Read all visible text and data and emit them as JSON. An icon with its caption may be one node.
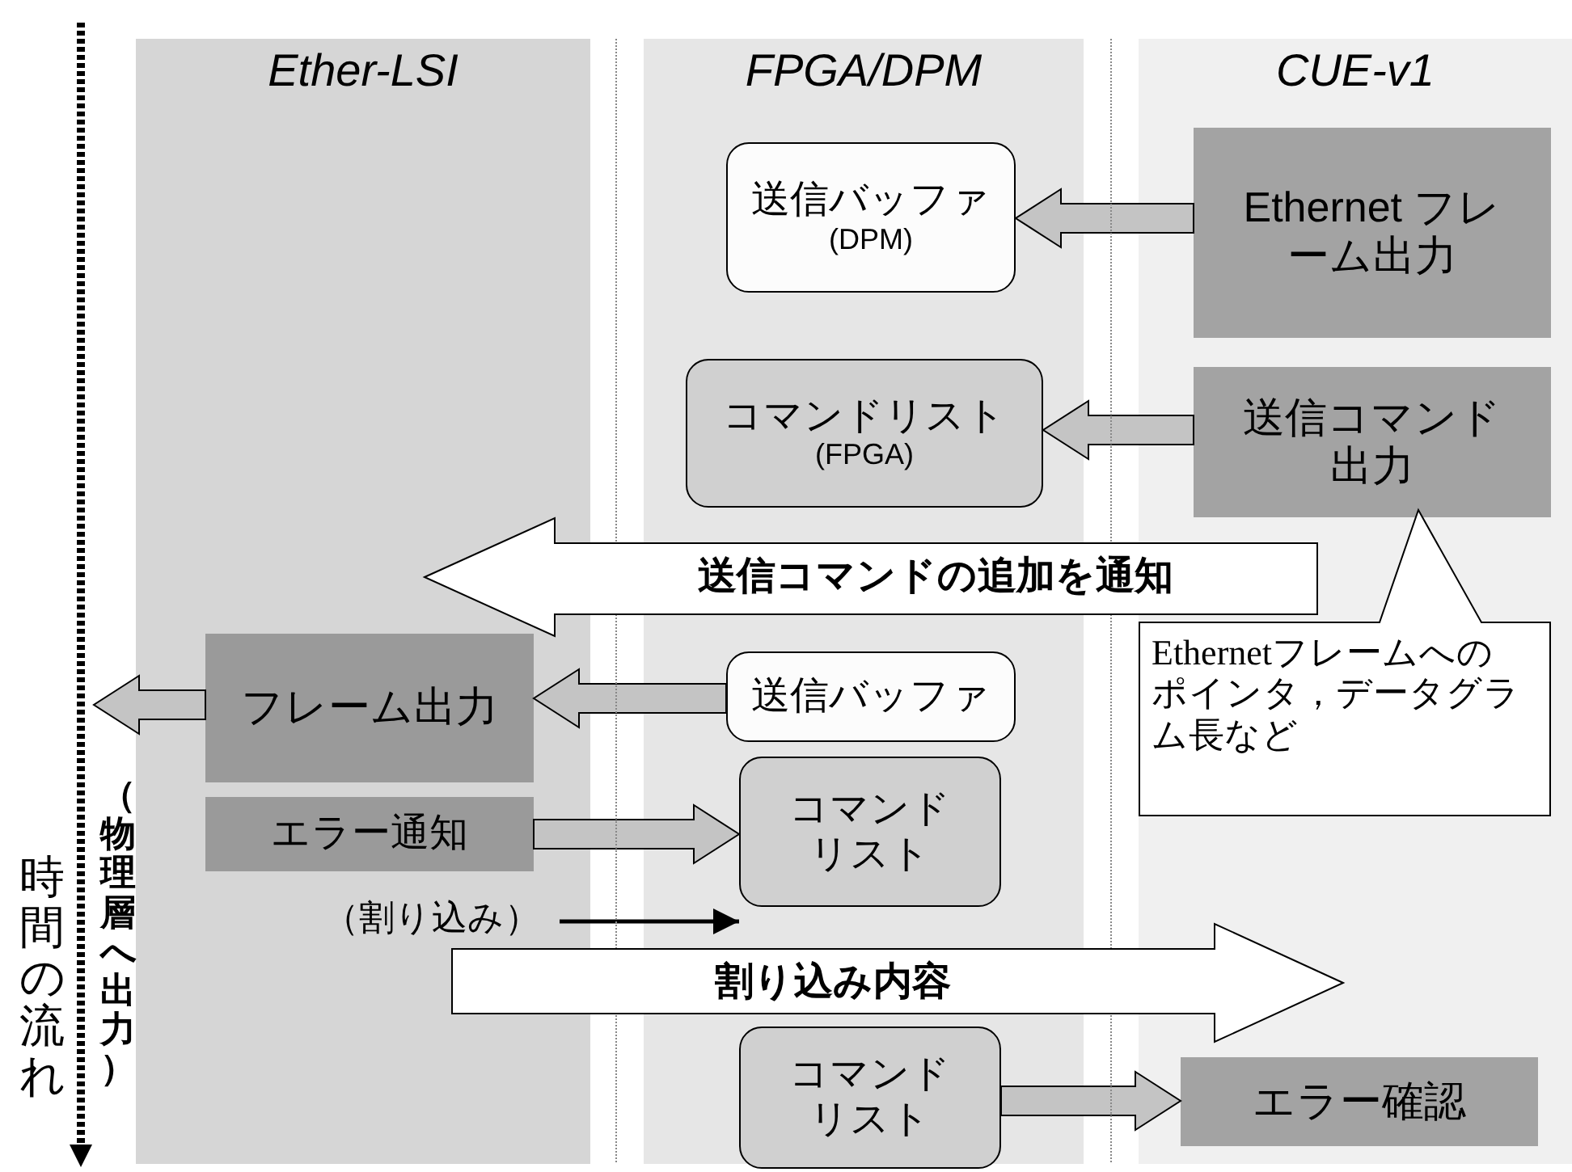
{
  "diagram": {
    "nodes": [
      {
        "text": [
          "Ether-LSI"
        ]
      },
      {
        "text": [
          "FPGA/DPM"
        ]
      },
      {
        "text": [
          "CUE-v1"
        ]
      },
      {
        "text": [
          "送信バッファ",
          "(DPM)"
        ],
        "in": 1
      },
      {
        "text": [
          "Ethernet フレーム出力"
        ],
        "in": 2
      },
      {
        "text": [
          "コマンドリスト",
          "(FPGA)"
        ],
        "in": 1
      },
      {
        "text": [
          "送信コマンド出力"
        ],
        "in": 2
      },
      {
        "text": [
          "Ethernetフレームへのポインタ，データグラム長など"
        ],
        "in": 2
      },
      {
        "text": [
          "送信コマンドの追加を通知"
        ]
      },
      {
        "text": [
          "フレーム出力"
        ],
        "in": 0
      },
      {
        "text": [
          "送信バッファ"
        ],
        "in": 1
      },
      {
        "text": [
          "エラー通知"
        ],
        "in": 0
      },
      {
        "text": [
          "コマンドリスト"
        ],
        "in": 1
      },
      {
        "text": [
          "（割り込み）"
        ],
        "in": 0
      },
      {
        "text": [
          "割り込み内容"
        ]
      },
      {
        "text": [
          "コマンドリスト"
        ],
        "in": 1
      },
      {
        "text": [
          "エラー確認"
        ],
        "in": 2
      }
    ],
    "edges": [
      {
        "from": 4,
        "to": 3,
        "arrow": "to",
        "style": "thick"
      },
      {
        "from": 6,
        "to": 5,
        "arrow": "to",
        "style": "thick"
      },
      {
        "from": 10,
        "to": 9,
        "arrow": "to",
        "style": "thick"
      },
      {
        "from": 9,
        "to": null,
        "arrow": "to",
        "style": "thick"
      },
      {
        "from": 11,
        "to": 12,
        "arrow": "to",
        "style": "thick"
      },
      {
        "from": 13,
        "to": 12,
        "arrow": "to"
      },
      {
        "from": 15,
        "to": 16,
        "arrow": "to",
        "style": "thick"
      }
    ],
    "labels": [
      "時間の流れ",
      "（物理層へ出力）"
    ]
  }
}
